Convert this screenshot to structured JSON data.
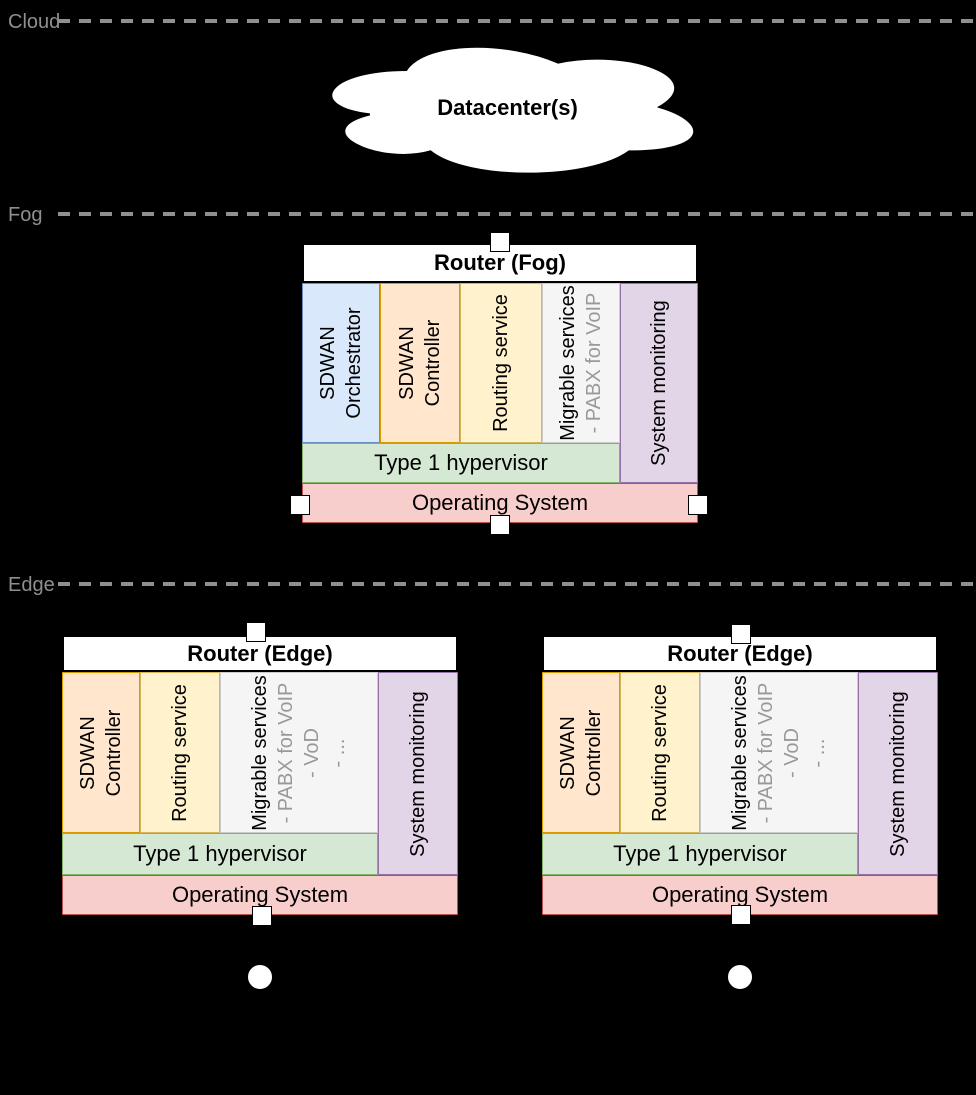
{
  "layers": {
    "cloud": {
      "label": "Cloud"
    },
    "fog": {
      "label": "Fog"
    },
    "edge": {
      "label": "Edge"
    }
  },
  "datacenter": {
    "label": "Datacenter(s)"
  },
  "fog_router": {
    "title": "Router (Fog)",
    "columns": [
      {
        "line1": "SDWAN",
        "line2": "Orchestrator"
      },
      {
        "line1": "SDWAN",
        "line2": "Controller"
      },
      {
        "line1": "Routing service"
      },
      {
        "line1": "Migrable services",
        "sub1": "- PABX for VoIP"
      },
      {
        "line1": "System monitoring"
      }
    ],
    "hypervisor_label": "Type 1 hypervisor",
    "os_label": "Operating System"
  },
  "edge_routers": [
    {
      "title": "Router (Edge)",
      "columns": [
        {
          "line1": "SDWAN",
          "line2": "Controller"
        },
        {
          "line1": "Routing service"
        },
        {
          "line1": "Migrable services",
          "sub1": "- PABX for VoIP",
          "sub2": "- VoD",
          "sub3": "- ..."
        },
        {
          "line1": "System monitoring"
        }
      ],
      "hypervisor_label": "Type 1 hypervisor",
      "os_label": "Operating System"
    },
    {
      "title": "Router (Edge)",
      "columns": [
        {
          "line1": "SDWAN",
          "line2": "Controller"
        },
        {
          "line1": "Routing service"
        },
        {
          "line1": "Migrable services",
          "sub1": "- PABX for VoIP",
          "sub2": "- VoD",
          "sub3": "- ..."
        },
        {
          "line1": "System monitoring"
        }
      ],
      "hypervisor_label": "Type 1 hypervisor",
      "os_label": "Operating System"
    }
  ],
  "icons": {
    "connector_port": "white square connection port",
    "network_endpoint": "white filled circle"
  },
  "colors": {
    "background": "#000000",
    "layer_divider": "#8f8f8f",
    "layer_label_text": "#8f8f8f",
    "cloud_fill": "#ffffff",
    "header_fill": "#ffffff",
    "blue_fill": "#dae8fc",
    "blue_stroke": "#6c8ebf",
    "orange_fill": "#ffe6cc",
    "orange_stroke": "#d79b00",
    "yellow_fill": "#fff2cc",
    "yellow_stroke": "#d6b656",
    "gray_fill": "#f5f5f5",
    "gray_stroke": "#cccccc",
    "purple_fill": "#e1d5e7",
    "purple_stroke": "#9673a6",
    "green_fill": "#d5e8d4",
    "green_stroke": "#82b366",
    "red_fill": "#f8cecc",
    "red_stroke": "#b85450",
    "subtext": "#999999"
  }
}
